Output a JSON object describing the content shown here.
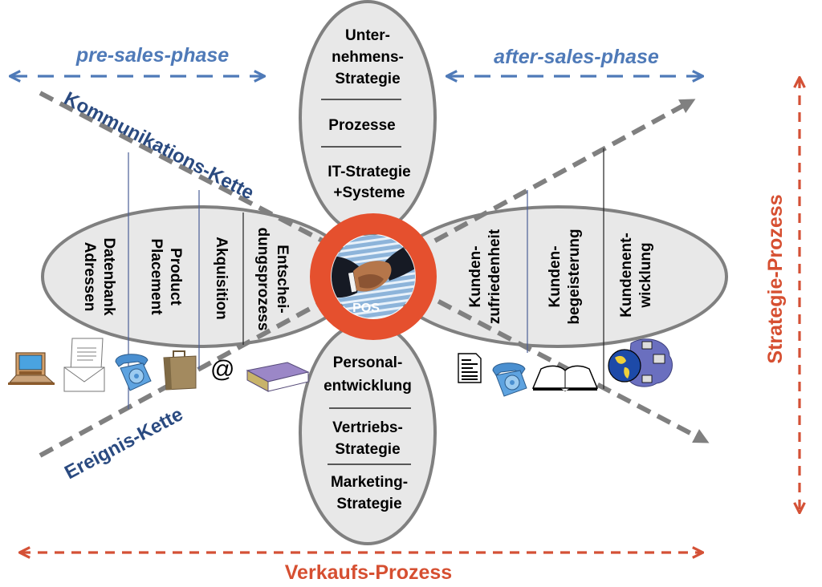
{
  "phases": {
    "pre_sales": "pre-sales-phase",
    "after_sales": "after-sales-phase"
  },
  "chains": {
    "communication": "Kommunikations-Kette",
    "event": "Ereignis-Kette"
  },
  "processes": {
    "sales": "Verkaufs-Prozess",
    "strategy": "Strategie-Prozess"
  },
  "center": {
    "label": "POS",
    "image": "handshake-photo"
  },
  "top_petal": {
    "sections": [
      [
        "Unter-",
        "nehmens-",
        "Strategie"
      ],
      [
        "Prozesse"
      ],
      [
        "IT-Strategie",
        "+Systeme"
      ]
    ]
  },
  "bottom_petal": {
    "sections": [
      [
        "Personal-",
        "entwicklung"
      ],
      [
        "Vertriebs-",
        "Strategie"
      ],
      [
        "Marketing-",
        "Strategie"
      ]
    ]
  },
  "left_petal": {
    "sections": [
      [
        "Datenbank",
        "Adressen"
      ],
      [
        "Product",
        "Placement"
      ],
      [
        "Akquisition"
      ],
      [
        "Entschei-",
        "dungsprozess"
      ]
    ]
  },
  "right_petal": {
    "sections": [
      [
        "Kunden-",
        "zufriedenheit"
      ],
      [
        "Kunden-",
        "begeisterung"
      ],
      [
        "Kundenent-",
        "wicklung"
      ]
    ]
  },
  "left_icons": [
    "computer-icon",
    "letter-envelope-icon",
    "telephone-icon",
    "briefcase-icon",
    "at-sign-icon",
    "book-icon"
  ],
  "right_icons": [
    "document-icon",
    "telephone-icon",
    "open-book-icon",
    "globe-network-icon"
  ],
  "at_symbol": "@",
  "colors": {
    "phase_blue": "#4f7ab8",
    "chain_blue": "#2a4a80",
    "process_red": "#d64f31",
    "pos_ring": "#e5502e",
    "petal_fill": "#e8e8e8",
    "petal_stroke": "#808080",
    "chain_gray": "#808080"
  }
}
